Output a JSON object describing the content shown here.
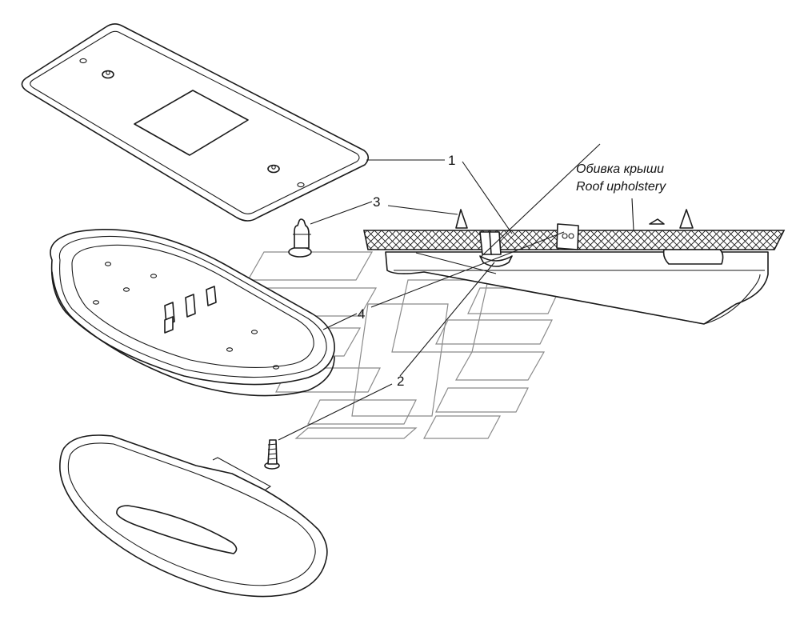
{
  "callouts": {
    "one": "1",
    "two": "2",
    "three": "3",
    "four": "4"
  },
  "caption": {
    "ru": "Обивка крыши",
    "en": "Roof upholstery"
  },
  "colors": {
    "line": "#1a1a1a",
    "ghost": "#8a8a8a",
    "background": "#ffffff"
  }
}
